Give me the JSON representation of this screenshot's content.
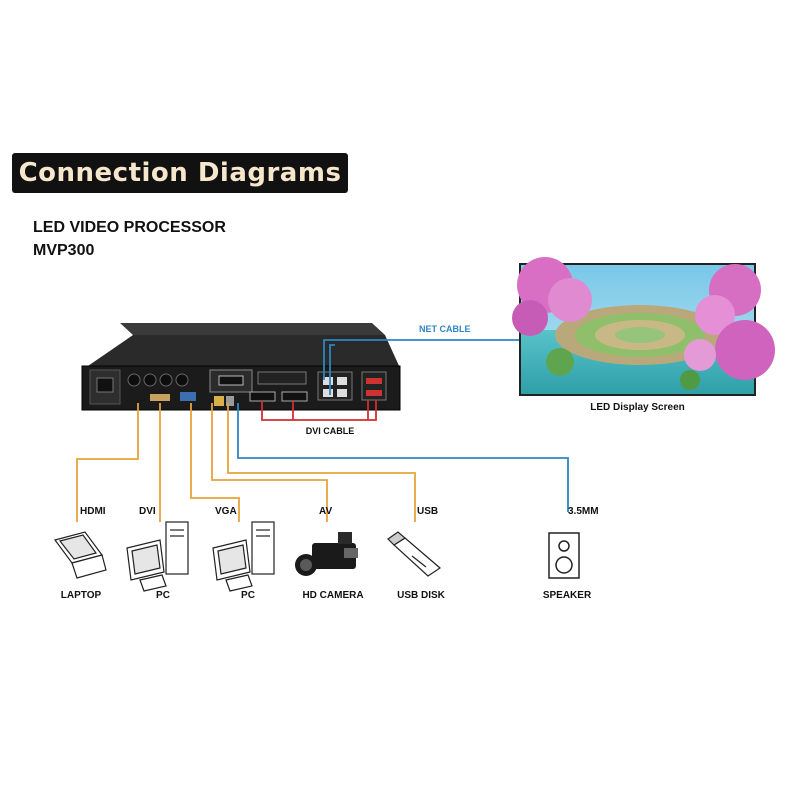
{
  "banner": {
    "title": "Connection Diagrams"
  },
  "device": {
    "name": "LED VIDEO PROCESSOR",
    "model": "MVP300"
  },
  "display": {
    "caption": "LED Display Screen"
  },
  "cables": {
    "net": "NET CABLE",
    "dvi": "DVI CABLE"
  },
  "sources": [
    {
      "port": "HDMI",
      "device": "LAPTOP"
    },
    {
      "port": "DVI",
      "device": "PC"
    },
    {
      "port": "VGA",
      "device": "PC"
    },
    {
      "port": "AV",
      "device": "HD CAMERA"
    },
    {
      "port": "USB",
      "device": "USB DISK"
    },
    {
      "port": "3.5MM",
      "device": "SPEAKER"
    }
  ],
  "colors": {
    "banner_bg": "#111111",
    "banner_text": "#f6e6cc",
    "input_cable": "#e8a33a",
    "net_cable": "#2e86c1",
    "dvi_cable": "#d32f2f"
  }
}
